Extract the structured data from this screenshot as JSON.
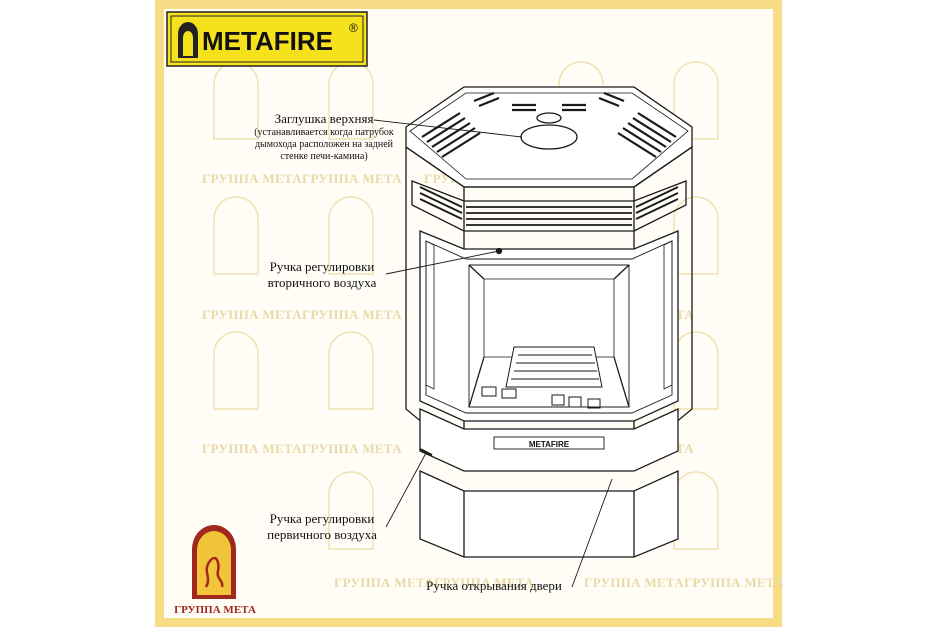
{
  "brand": {
    "logo_text": "METAFIRE",
    "logo_mark": "®",
    "device_badge": "METAFIRE",
    "group_caption": "ГРУППА МЕТА"
  },
  "watermark": {
    "text": "ГРУППА МЕТАГРУППА МЕТА",
    "color": "#e8d9a8"
  },
  "colors": {
    "frame": "#f7dc86",
    "logo_bg": "#f5e11c",
    "line": "#1a1a1a"
  },
  "labels": {
    "top_plug_title": "Заглушка верхняя",
    "top_plug_note_1": "(устанавливается когда патрубок",
    "top_plug_note_2": "дымохода расположен на задней",
    "top_plug_note_3": "стенке печи-камина)",
    "secondary_air_1": "Ручка регулировки",
    "secondary_air_2": "вторичного воздуха",
    "primary_air_1": "Ручка регулировки",
    "primary_air_2": "первичного воздуха",
    "door_handle": "Ручка открывания двери"
  }
}
